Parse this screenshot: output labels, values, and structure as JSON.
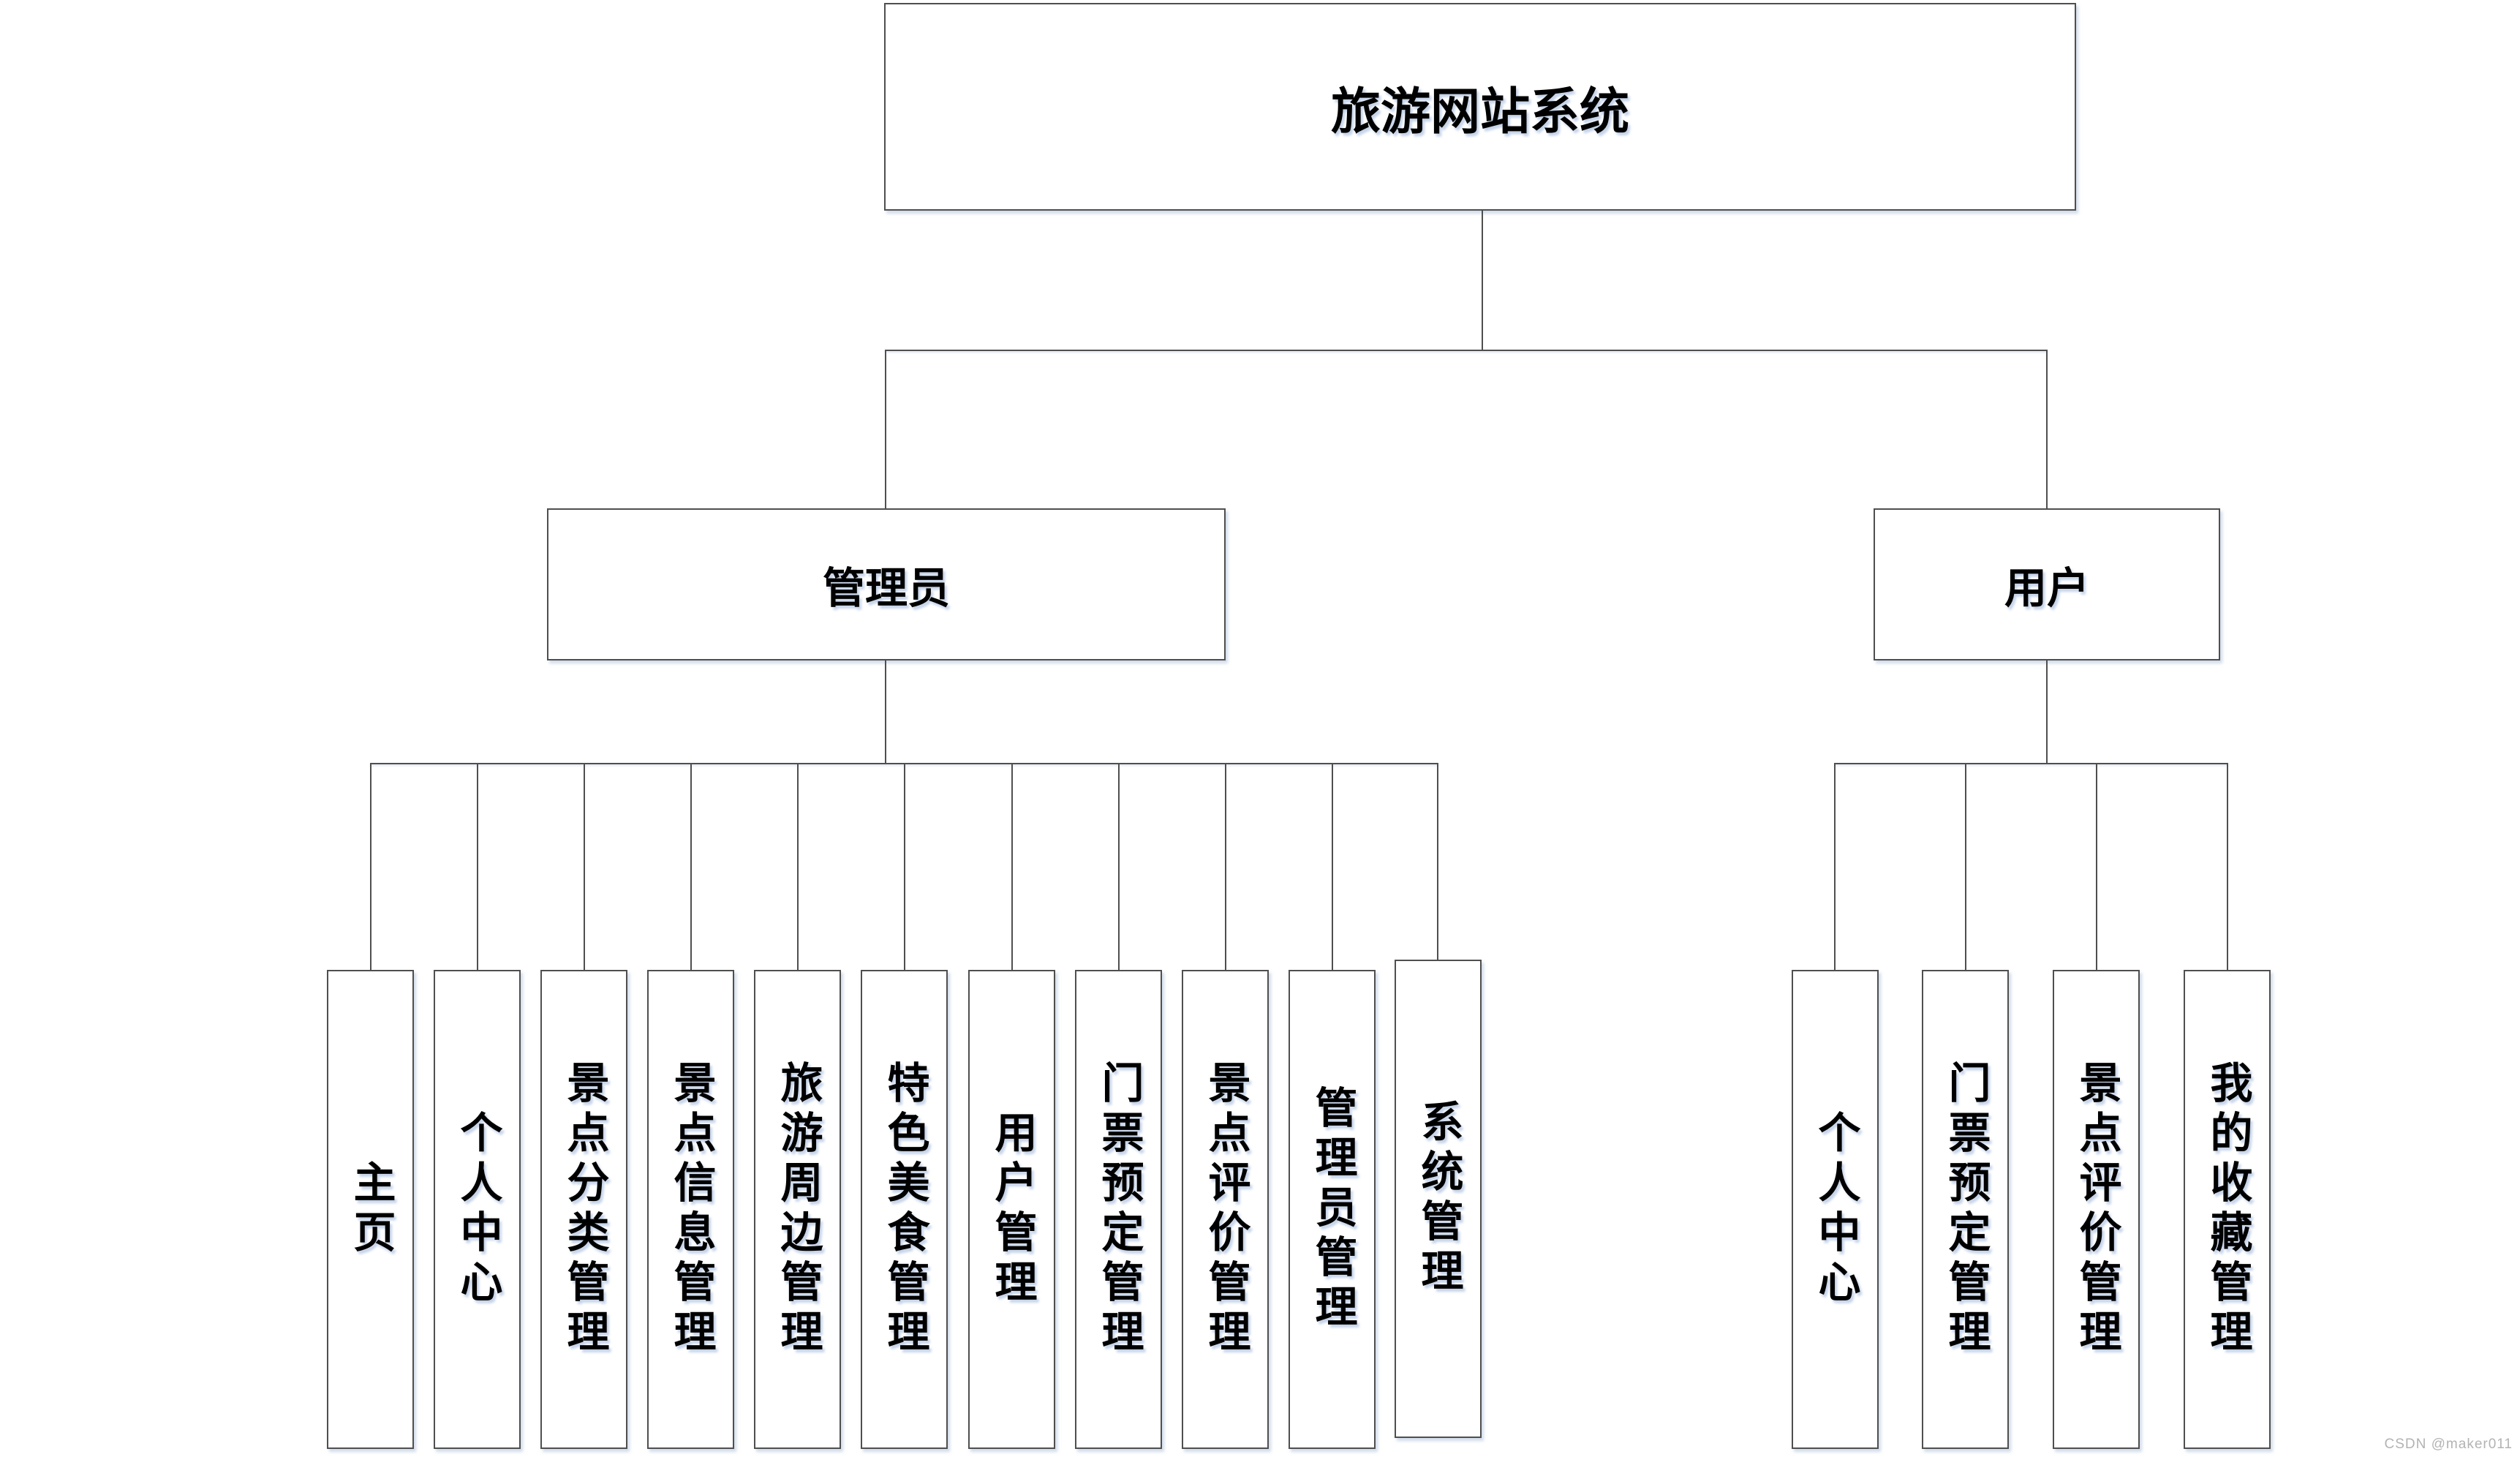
{
  "root": {
    "label": "旅游网站系统"
  },
  "branches": [
    {
      "label": "管理员",
      "children": [
        "主页",
        "个人中心",
        "景点分类管理",
        "景点信息管理",
        "旅游周边管理",
        "特色美食管理",
        "用户管理",
        "门票预定管理",
        "景点评价管理",
        "管理员管理",
        "系统管理"
      ]
    },
    {
      "label": "用户",
      "children": [
        "个人中心",
        "门票预定管理",
        "景点评价管理",
        "我的收藏管理"
      ]
    }
  ],
  "watermark": {
    "text": "CSDN @maker011"
  },
  "colors": {
    "background": "#ffffff",
    "box_border": "#4f4f4f",
    "connector": "#4f4f4f",
    "text": "#000000",
    "shadow": "rgba(172,190,216,0.55)",
    "watermark": "#b3b3b3"
  }
}
